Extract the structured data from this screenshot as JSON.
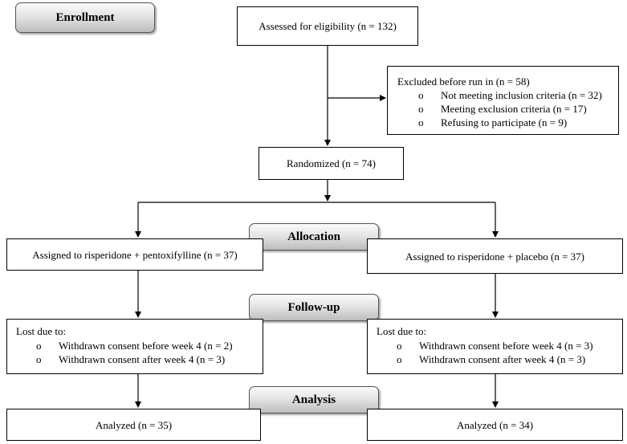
{
  "stages": {
    "enrollment": "Enrollment",
    "allocation": "Allocation",
    "followup": "Follow-up",
    "analysis": "Analysis"
  },
  "assessed": "Assessed for eligibility (n = 132)",
  "excluded": {
    "title": "Excluded before run in (n = 58)",
    "bullet": "o",
    "items": [
      "Not meeting inclusion criteria (n = 32)",
      "Meeting exclusion criteria (n = 17)",
      "Refusing to participate (n = 9)"
    ]
  },
  "randomized": "Randomized (n = 74)",
  "arms": {
    "left": {
      "assigned": "Assigned to risperidone + pentoxifylline (n = 37)",
      "lost_title": "Lost due to:",
      "lost_items": [
        "Withdrawn consent before week 4 (n = 2)",
        "Withdrawn consent after week 4 (n = 3)"
      ],
      "analyzed": "Analyzed (n = 35)"
    },
    "right": {
      "assigned": "Assigned to risperidone + placebo (n = 37)",
      "lost_title": "Lost due to:",
      "lost_items": [
        "Withdrawn consent before week 4 (n = 3)",
        "Withdrawn consent after week 4 (n = 3)"
      ],
      "analyzed": "Analyzed (n = 34)"
    }
  }
}
